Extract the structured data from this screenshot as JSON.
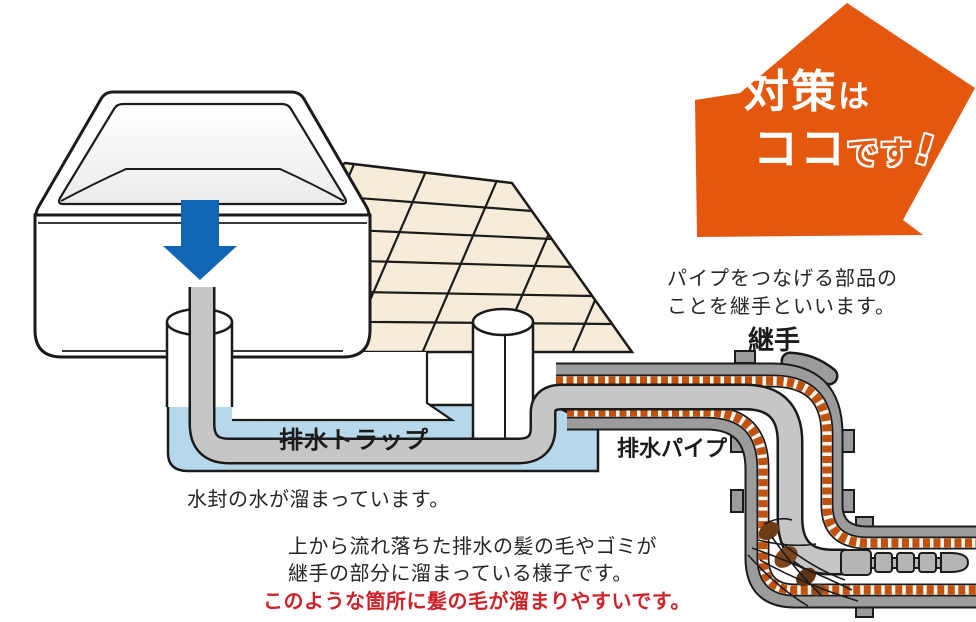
{
  "callout": {
    "line1_main": "対策",
    "line1_small": "は",
    "line2_main": "ココ",
    "line2_small": "です",
    "line2_bang": "!",
    "arrow_color": "#e4570e"
  },
  "annotations": {
    "joint_note_line1": "パイプをつなげる部品の",
    "joint_note_line2": "ことを継手といいます。",
    "joint_label": "継手",
    "trap_label": "排水トラップ",
    "pipe_label": "排水パイプ",
    "water_seal_note": "水封の水が溜まっています。",
    "debris_note_line1": "上から流れ落ちた排水の髪の毛やゴミが",
    "debris_note_line2": "継手の部分に溜まっている様子です。",
    "warning_text": "このような箇所に髪の毛が溜まりやすいです。",
    "warning_color": "#cf2128"
  },
  "colors": {
    "water": "#b7d8ea",
    "tile": "#f6ecd9",
    "pipe_wall_gray": "#9c9c9c",
    "trap_pipe_gray": "#c6c6c6",
    "hatch_orange": "#c2500e",
    "flow_arrow_blue": "#1166b3",
    "callout_orange": "#e4570e",
    "hair_brown": "#6e3d18",
    "outline_black": "#1b1b1b"
  }
}
